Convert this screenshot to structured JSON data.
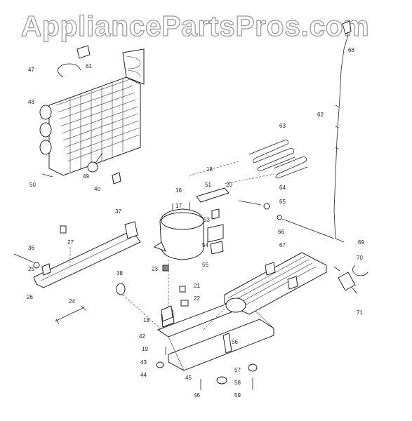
{
  "watermark": "AppliancePartsPros.com",
  "part_labels": [
    "47",
    "48",
    "49",
    "50",
    "40",
    "68",
    "62",
    "63",
    "18",
    "51",
    "20",
    "16",
    "17",
    "64",
    "65",
    "53",
    "66",
    "54",
    "55",
    "37",
    "27",
    "36",
    "25",
    "26",
    "38",
    "23",
    "21",
    "22",
    "24",
    "18",
    "67",
    "69",
    "70",
    "71",
    "42",
    "19",
    "56",
    "43",
    "44",
    "45",
    "57",
    "58",
    "46",
    "59"
  ],
  "labels": [
    {
      "text": "47"
    },
    {
      "text": "48"
    },
    {
      "text": "49"
    },
    {
      "text": "50"
    },
    {
      "text": "40"
    },
    {
      "text": "61"
    },
    {
      "text": "68"
    },
    {
      "text": "62"
    },
    {
      "text": "63"
    },
    {
      "text": "18"
    },
    {
      "text": "51"
    },
    {
      "text": "20"
    },
    {
      "text": "16"
    },
    {
      "text": "17"
    },
    {
      "text": "64"
    },
    {
      "text": "65"
    },
    {
      "text": "53"
    },
    {
      "text": "66"
    },
    {
      "text": "54"
    },
    {
      "text": "55"
    },
    {
      "text": "37"
    },
    {
      "text": "27"
    },
    {
      "text": "36"
    },
    {
      "text": "25"
    },
    {
      "text": "26"
    },
    {
      "text": "38"
    },
    {
      "text": "23"
    },
    {
      "text": "21"
    },
    {
      "text": "22"
    },
    {
      "text": "24"
    },
    {
      "text": "18"
    },
    {
      "text": "67"
    },
    {
      "text": "69"
    },
    {
      "text": "70"
    },
    {
      "text": "71"
    },
    {
      "text": "42"
    },
    {
      "text": "19"
    },
    {
      "text": "56"
    },
    {
      "text": "43"
    },
    {
      "text": "44"
    },
    {
      "text": "45"
    },
    {
      "text": "57"
    },
    {
      "text": "58"
    },
    {
      "text": "46"
    },
    {
      "text": "59"
    }
  ]
}
